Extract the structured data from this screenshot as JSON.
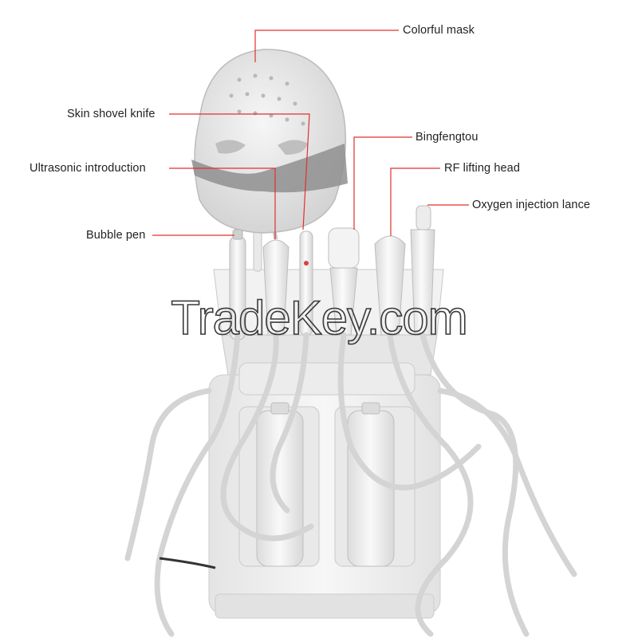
{
  "labels": {
    "colorful_mask": "Colorful mask",
    "skin_shovel_knife": "Skin shovel knife",
    "bingfengtou": "Bingfengtou",
    "ultrasonic_introduction": "Ultrasonic introduction",
    "rf_lifting_head": "RF lifting head",
    "oxygen_injection_lance": "Oxygen injection lance",
    "bubble_pen": "Bubble pen"
  },
  "watermark": "TradeKey.com",
  "colors": {
    "leader_line": "#e0312f",
    "device_body": "#efefef",
    "device_shadow": "#cfcfcf",
    "cable": "#d6d6d6"
  }
}
